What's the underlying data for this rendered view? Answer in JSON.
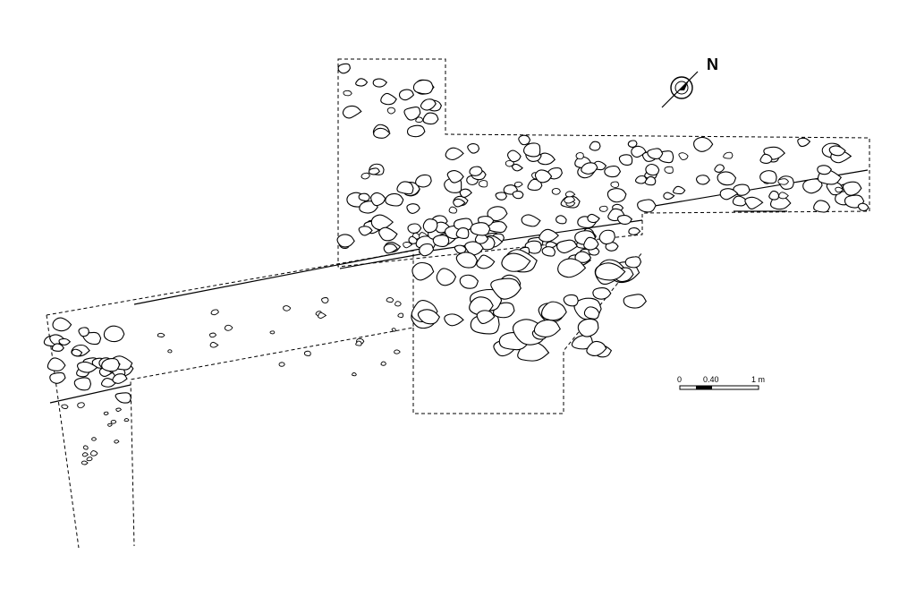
{
  "north": {
    "label": "N",
    "icon": "north-arrow-icon"
  },
  "scale_bar": {
    "start_label": "0",
    "mid_label": "0.40",
    "end_label": "1 m"
  },
  "colors": {
    "ink": "#000000",
    "paper": "#ffffff"
  }
}
